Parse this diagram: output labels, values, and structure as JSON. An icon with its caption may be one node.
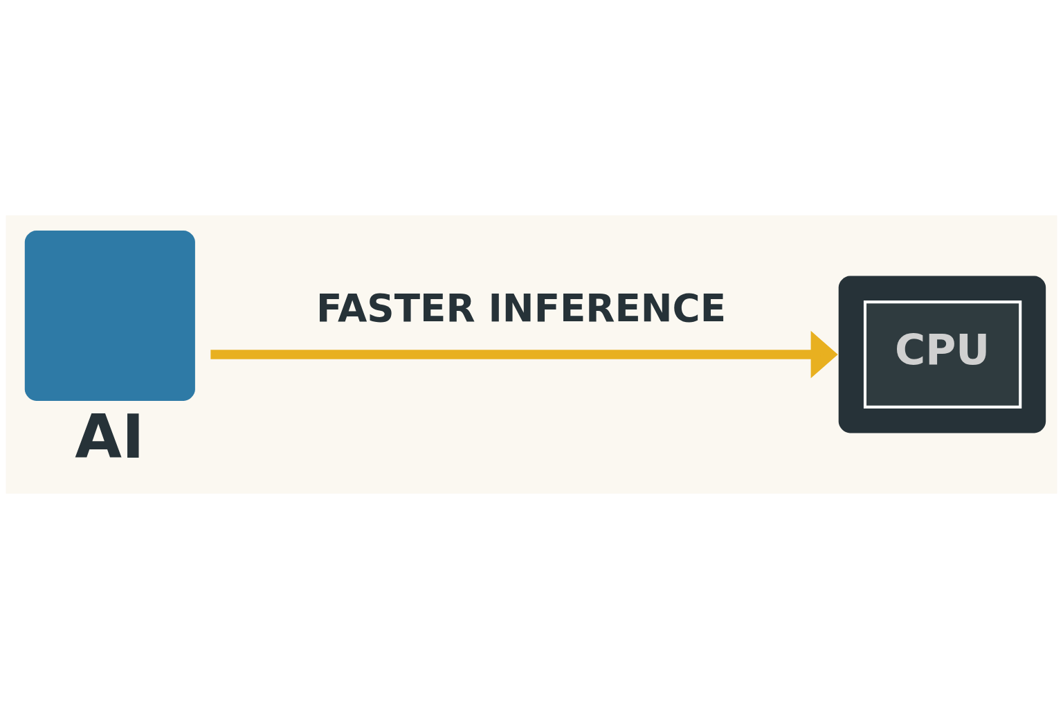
{
  "diagram": {
    "nodes": [
      {
        "text": [
          "AI"
        ]
      },
      {
        "text": [
          "CPU"
        ]
      }
    ],
    "edges": [
      {
        "from": 0,
        "to": 1,
        "arrow": "to",
        "label": "FASTER INFERENCE",
        "color": "#e8b020"
      }
    ]
  }
}
